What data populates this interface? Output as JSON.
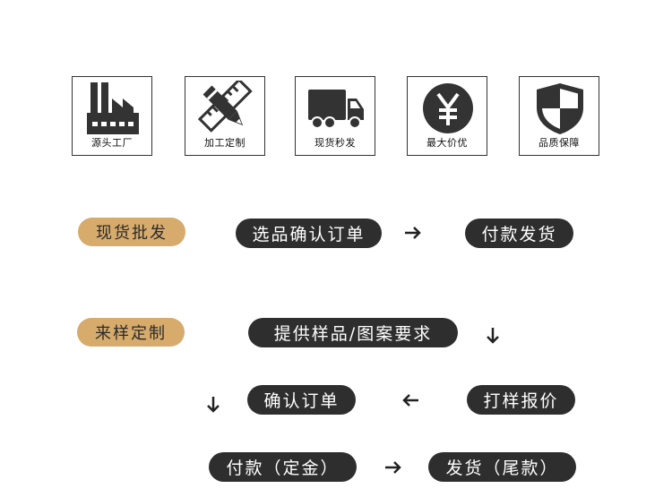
{
  "features": [
    {
      "label": "源头工厂",
      "icon": "factory-icon"
    },
    {
      "label": "加工定制",
      "icon": "pencil-ruler-icon"
    },
    {
      "label": "现货秒发",
      "icon": "truck-icon"
    },
    {
      "label": "最大价优",
      "icon": "yen-coin-icon"
    },
    {
      "label": "品质保障",
      "icon": "shield-icon"
    }
  ],
  "flow_stock": {
    "title": "现货批发",
    "steps": [
      "选品确认订单",
      "付款发货"
    ]
  },
  "flow_custom": {
    "title": "来样定制",
    "steps": [
      "提供样品/图案要求",
      "打样报价",
      "确认订单",
      "付款（定金）",
      "发货（尾款）"
    ]
  },
  "colors": {
    "gold": "#d6ab6c",
    "dark": "#2e2e2e",
    "icon": "#333333"
  }
}
